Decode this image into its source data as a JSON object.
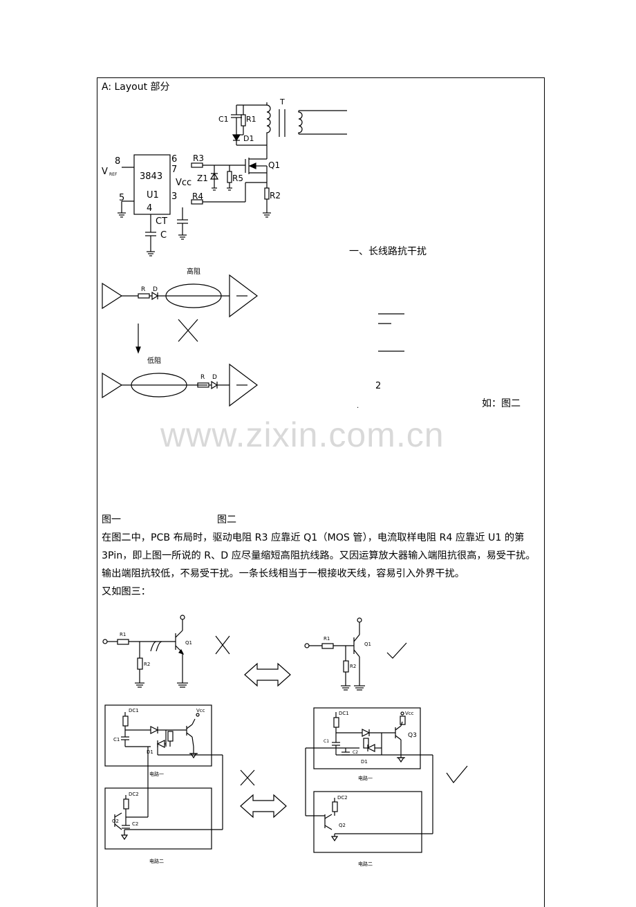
{
  "section_title": "A: Layout  部分",
  "watermark": "www.zixin.com.cn",
  "fig1": {
    "ic_name": "3843",
    "ic_ref": "U1",
    "pin8": "8",
    "vref": "V",
    "vref_sub": "REF",
    "pin5": "5",
    "pin4": "4",
    "pin6": "6",
    "pin7": "7",
    "pin3": "3",
    "vcc": "Vcc",
    "ct": "CT",
    "c": "C",
    "c1": "C1",
    "r1": "R1",
    "d1": "D1",
    "t": "T",
    "r3": "R3",
    "z1": "Z1",
    "r5": "R5",
    "q1": "Q1",
    "r4": "R4",
    "r2": "R2"
  },
  "heading_1": "一、长线路抗干扰",
  "fig2": {
    "high": "高阻",
    "low": "低阻",
    "r": "R",
    "d": "D",
    "digit": "2",
    "dot": "."
  },
  "ru_fig2": "如：图二",
  "caption_fig1": "图一",
  "caption_fig2": "图二",
  "paragraph": "在图二中，PCB 布局时，驱动电阻 R3 应靠近 Q1（MOS 管），电流取样电阻 R4 应靠近 U1 的第 3Pin，即上图一所说的 R、D 应尽量缩短高阻抗线路。又因运算放大器输入端阻抗很高，易受干扰。输出端阻抗较低，不易受干扰。一条长线相当于一根接收天线，容易引入外界干扰。",
  "again_fig3": "又如图三：",
  "fig3": {
    "r1": "R1",
    "r2": "R2",
    "q1": "Q1"
  },
  "fig4": {
    "dc1": "DC1",
    "dc2": "DC2",
    "vcc": "Vcc",
    "c1": "C1",
    "c2": "C2",
    "d1": "D1",
    "q2": "Q2",
    "q3": "Q3",
    "circuit1": "电路一",
    "circuit2": "电路二"
  }
}
